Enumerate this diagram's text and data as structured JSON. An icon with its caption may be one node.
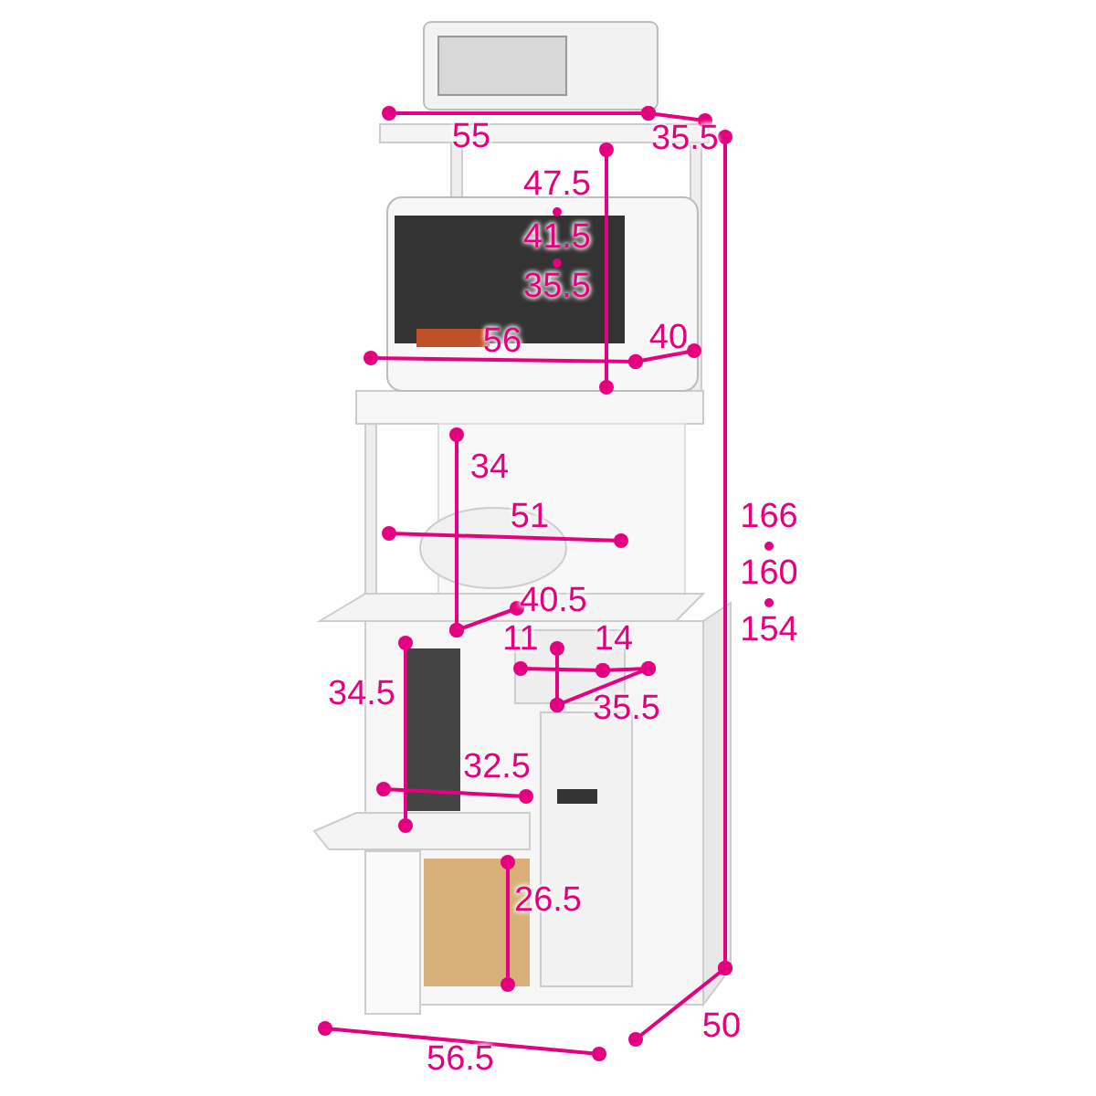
{
  "diagram": {
    "labels": [
      "55",
      "35.5",
      "47.5",
      "41.5",
      "35.5",
      "56",
      "40",
      "34",
      "51",
      "166",
      "160",
      "154",
      "40.5",
      "11",
      "14",
      "34.5",
      "35.5",
      "32.5",
      "26.5",
      "56.5",
      "50"
    ]
  }
}
